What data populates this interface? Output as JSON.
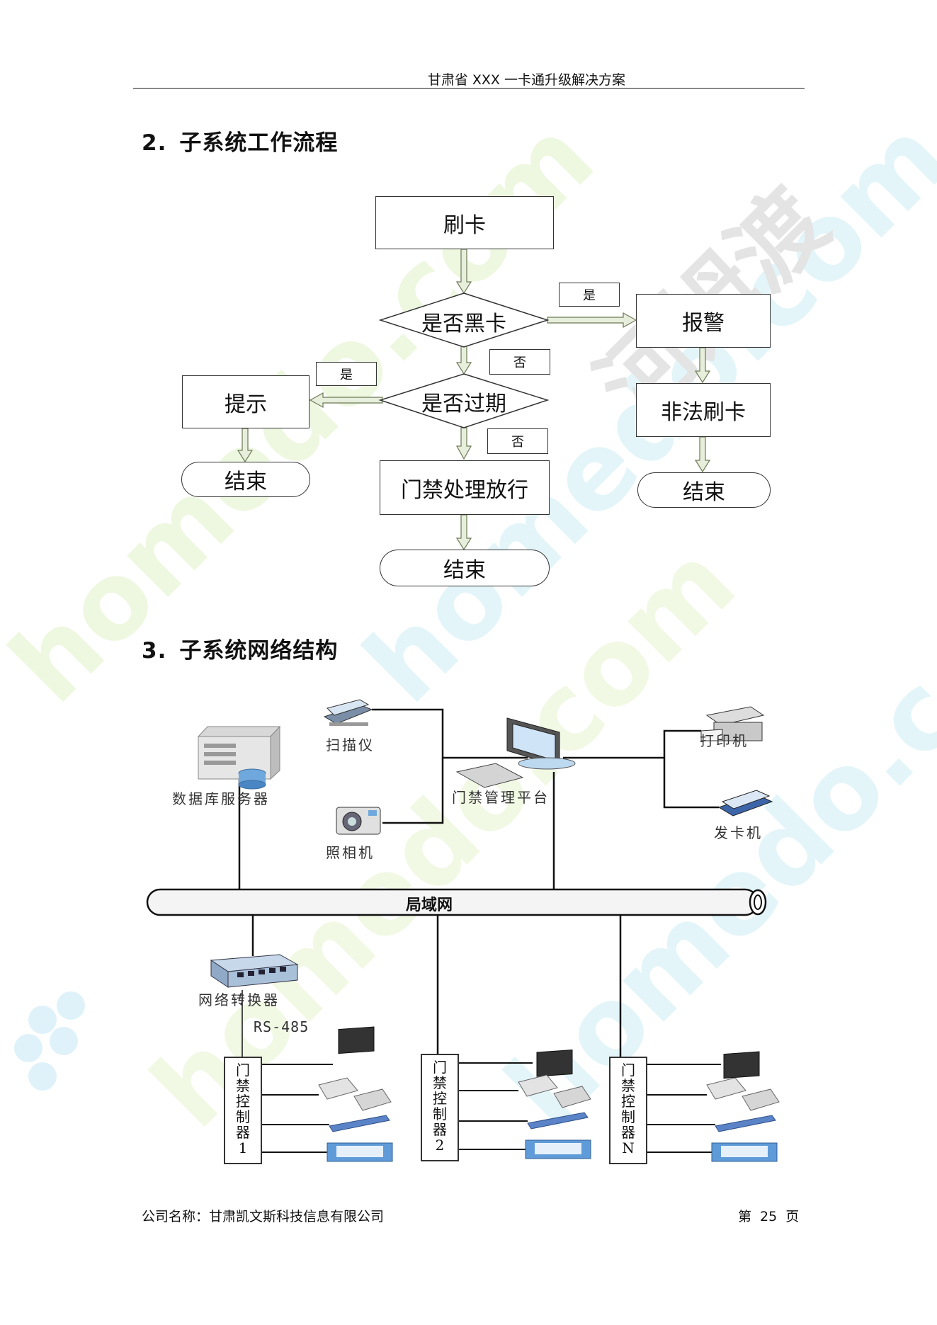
{
  "header": {
    "title": "甘肃省 XXX 一卡通升级解决方案"
  },
  "section2": {
    "number": "2.",
    "title": "子系统工作流程"
  },
  "flowchart": {
    "swipe": "刷卡",
    "blacklist_q": "是否黑卡",
    "yes1": "是",
    "alarm": "报警",
    "no1": "否",
    "expired_q": "是否过期",
    "yes2": "是",
    "prompt": "提示",
    "illegal": "非法刷卡",
    "no2": "否",
    "end_left": "结束",
    "door_process": "门禁处理放行",
    "end_right": "结束",
    "end_bottom": "结束"
  },
  "section3": {
    "number": "3.",
    "title": "子系统网络结构"
  },
  "network": {
    "scanner": "扫描仪",
    "db_server": "数据库服务器",
    "platform": "门禁管理平台",
    "printer": "打印机",
    "card_issuer": "发卡机",
    "camera": "照相机",
    "lan": "局域网",
    "converter": "网络转换器",
    "rs485": "RS-485",
    "controllers": [
      {
        "label": "门禁控制器",
        "id": "1"
      },
      {
        "label": "门禁控制器",
        "id": "2"
      },
      {
        "label": "门禁控制器",
        "id": "N"
      }
    ]
  },
  "footer": {
    "company": "公司名称：甘肃凯文斯科技信息有限公司",
    "page": "第 25 页"
  },
  "watermark": {
    "text1": "homedo.com",
    "text2": "河姆渡"
  },
  "colors": {
    "arrow_fill": "#e8eedc",
    "arrow_stroke": "#6b7a55",
    "watermark_green": "#eaf7d8",
    "watermark_cyan": "#dff4f8"
  }
}
